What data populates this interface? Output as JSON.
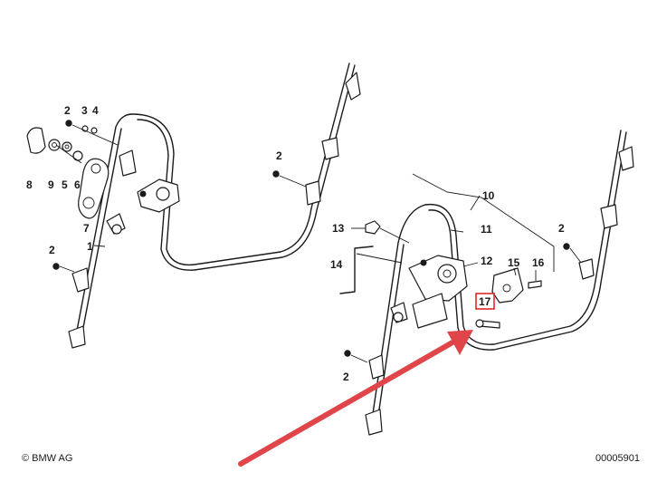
{
  "diagram": {
    "callouts": {
      "left": [
        "2",
        "3",
        "4",
        "8",
        "9",
        "5",
        "6",
        "7",
        "1",
        "2",
        "2"
      ],
      "right": [
        "10",
        "11",
        "13",
        "12",
        "14",
        "15",
        "16",
        "17",
        "2",
        "2"
      ]
    },
    "highlighted_callout": "17",
    "copyright": "© BMW AG",
    "drawing_number": "00005901",
    "highlight_color": "#e0282c",
    "arrow_color": "#e0454a"
  }
}
